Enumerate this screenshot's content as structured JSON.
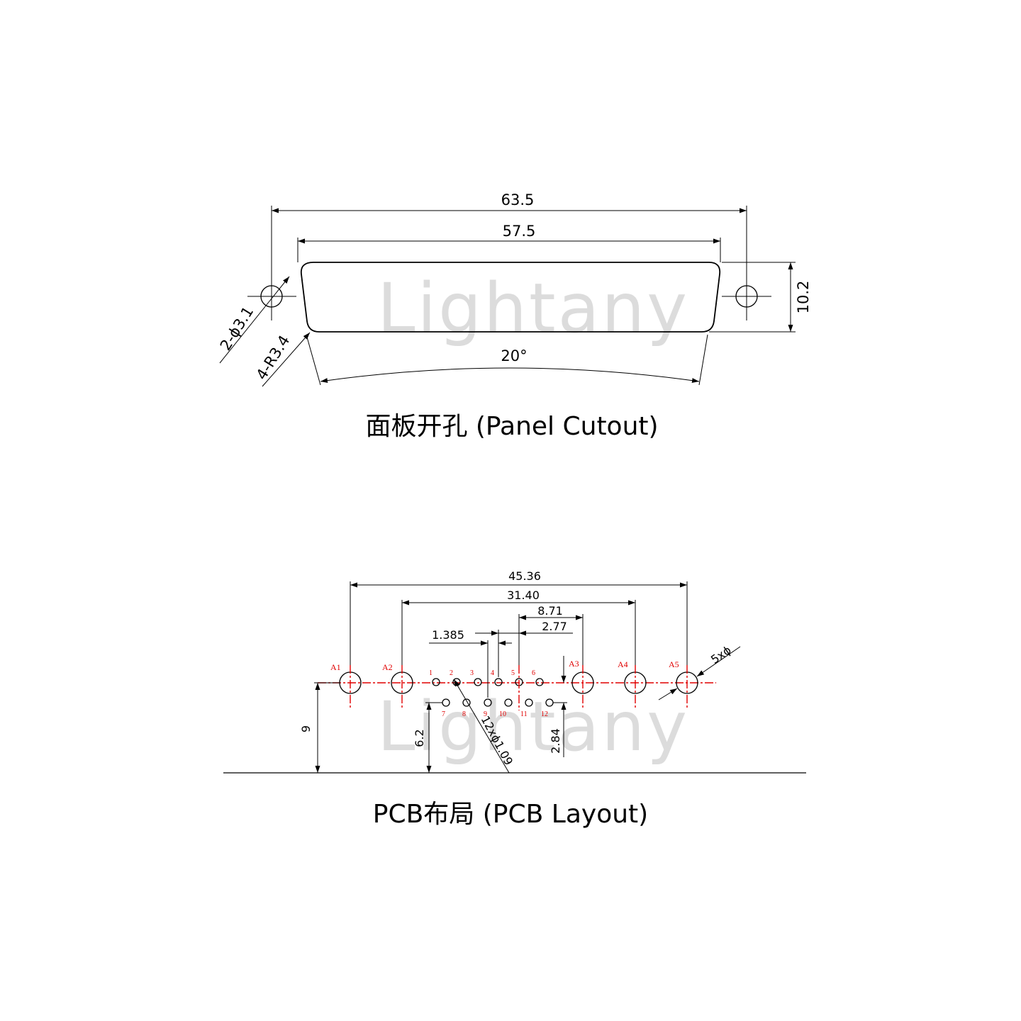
{
  "watermark": "Lightany",
  "panel_cutout": {
    "caption": "面板开孔 (Panel Cutout)",
    "dims": {
      "overall_width": "63.5",
      "shell_width": "57.5",
      "height": "10.2",
      "mount_holes": "2-ϕ3.1",
      "corner_radius": "4-R3.4",
      "angle": "20°"
    }
  },
  "pcb_layout": {
    "caption": "PCB布局 (PCB Layout)",
    "dims": {
      "cavity_span_outer": "45.36",
      "cavity_span_inner": "31.40",
      "pin_to_cavity": "8.71",
      "pin_pitch": "2.77",
      "half_pitch": "1.385",
      "cavity_holes": "5xϕ",
      "signal_holes": "12xϕ1.09",
      "row_offset": "2.84",
      "lower_row_height": "6.2",
      "upper_row_height": "9"
    },
    "cavities": [
      "A1",
      "A2",
      "A3",
      "A4",
      "A5"
    ],
    "pins_top": [
      "1",
      "2",
      "3",
      "4",
      "5",
      "6"
    ],
    "pins_bottom": [
      "7",
      "8",
      "9",
      "10",
      "11",
      "12"
    ]
  }
}
